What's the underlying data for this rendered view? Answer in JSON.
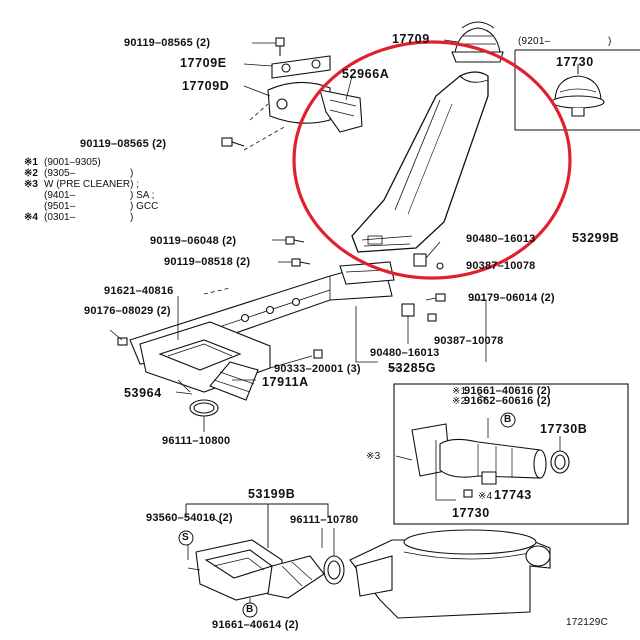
{
  "diagram": {
    "reference_code": "172129C",
    "notes": [
      {
        "mark": "※1",
        "range": "(9001–9305)",
        "info": ""
      },
      {
        "mark": "※2",
        "range": "(9305–",
        "info": ")"
      },
      {
        "mark": "※3",
        "range": "W (PRE  CLEANER) ;",
        "info": ""
      },
      {
        "mark": "",
        "range": "(9401–",
        "info": ") SA ;"
      },
      {
        "mark": "",
        "range": "(9501–",
        "info": ") GCC"
      },
      {
        "mark": "※4",
        "range": "(0301–",
        "info": ")"
      }
    ],
    "parts": {
      "p17709": "17709",
      "p9201": "(9201–",
      "p9201_close": ")",
      "p90119_08565_a": "90119–08565 (2)",
      "p17709E": "17709E",
      "p17709D": "17709D",
      "p52966A": "52966A",
      "p17730": "17730",
      "p90119_08565_b": "90119–08565 (2)",
      "p90119_06048": "90119–06048 (2)",
      "p90119_08518": "90119–08518 (2)",
      "p90480_16013_a": "90480–16013",
      "p53299B": "53299B",
      "p90387_10078_a": "90387–10078",
      "p91621_40816": "91621–40816",
      "p90179_06014": "90179–06014 (2)",
      "p90176_08029": "90176–08029 (2)",
      "p90387_10078_b": "90387–10078",
      "p90480_16013_b": "90480–16013",
      "p90333_20001": "90333–20001 (3)",
      "p53285G": "53285G",
      "p53964": "53964",
      "p17911A": "17911A",
      "p96111_10800": "96111–10800",
      "p91661_40616": "91661–40616 (2)",
      "p91662_60616": "91662–60616 (2)",
      "mark1": "※1",
      "mark2": "※2",
      "mark3": "※3",
      "mark4": "※4",
      "p17730B": "17730B",
      "p17743": "17743",
      "p17730_box": "17730",
      "p53199B": "53199B",
      "p93560_54010": "93560–54010 (2)",
      "p96111_10780": "96111–10780",
      "p91661_40614": "91661–40614 (2)",
      "circle_s": "S",
      "circle_b": "B"
    },
    "highlight_color": "#e0202e"
  }
}
